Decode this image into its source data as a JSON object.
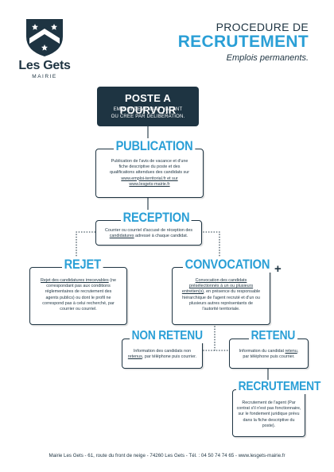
{
  "logo": {
    "brand": "Les Gets",
    "subtitle": "MAIRIE"
  },
  "header": {
    "line1": "PROCEDURE DE",
    "line2": "RECRUTEMENT",
    "line3": "Emplois permanents."
  },
  "poste": {
    "title": "POSTE A POURVOIR",
    "sub1": "EMPLOI DEVENANT VACANT",
    "sub2": "OU CRÉE PAR DÉLIBÉRATION."
  },
  "publication": {
    "title": "PUBLICATION",
    "l1": "Publication de l'avis de vacance et d'une",
    "l2": "fiche descriptive du poste et des",
    "l3": "qualifications attendues des candidats sur",
    "l4": "www.emploi-territorial.fr et sur",
    "l5": "www.lesgets-mairie.fr"
  },
  "reception": {
    "title": "RECEPTION",
    "l1": "Courrier ou courriel d'accusé de réception des",
    "l2_u": "candidatures",
    "l2_rest": " adressé à chaque candidat."
  },
  "rejet": {
    "title": "REJET",
    "l1_u": "Rejet des candidatures irrecevables",
    "l1_rest": " (ne",
    "l2": "correspondant pas aux conditions",
    "l3": "réglementaires de recrutement des",
    "l4": "agents publics) ou dont le profil ne",
    "l5": "correspond pas à celui recherché, par",
    "l6": "courrier ou courriel."
  },
  "convocation": {
    "title": "CONVOCATION",
    "plus": "+",
    "l1": "Convocation des candidats",
    "l2": "présélectionnés à un ou plusieurs",
    "l3_u": "entretien(s)",
    "l3_rest": ", en présence du responsable",
    "l4": "hiérarchique de l'agent recruté et d'un ou",
    "l5": "plusieurs autres représentants de",
    "l6": "l'autorité territoriale."
  },
  "non_retenu": {
    "title": "NON RETENU",
    "l1": "Information des candidats non",
    "l2_u": "retenus",
    "l2_rest": ", par téléphone puis courrier."
  },
  "retenu": {
    "title": "RETENU",
    "l1_pre": "Information du candidat ",
    "l1_u": "retenu",
    "l1_post": ",",
    "l2": "par téléphone puis courrier."
  },
  "recrutement": {
    "title": "RECRUTEMENT",
    "l1": "Recrutement de l'agent (Par",
    "l2": "contrat s'il n'est pas fonctionnaire,",
    "l3": "sur le fondement juridique prévu",
    "l4": "dans la fiche descriptive du",
    "l5": "poste)."
  },
  "footer": "Mairie Les Gets - 61, route du front de neige - 74260 Les Gets - Tél. : 04 50 74 74 65 - www.lesgets-mairie.fr",
  "colors": {
    "navy": "#1e3442",
    "accent": "#2a9fd6"
  }
}
